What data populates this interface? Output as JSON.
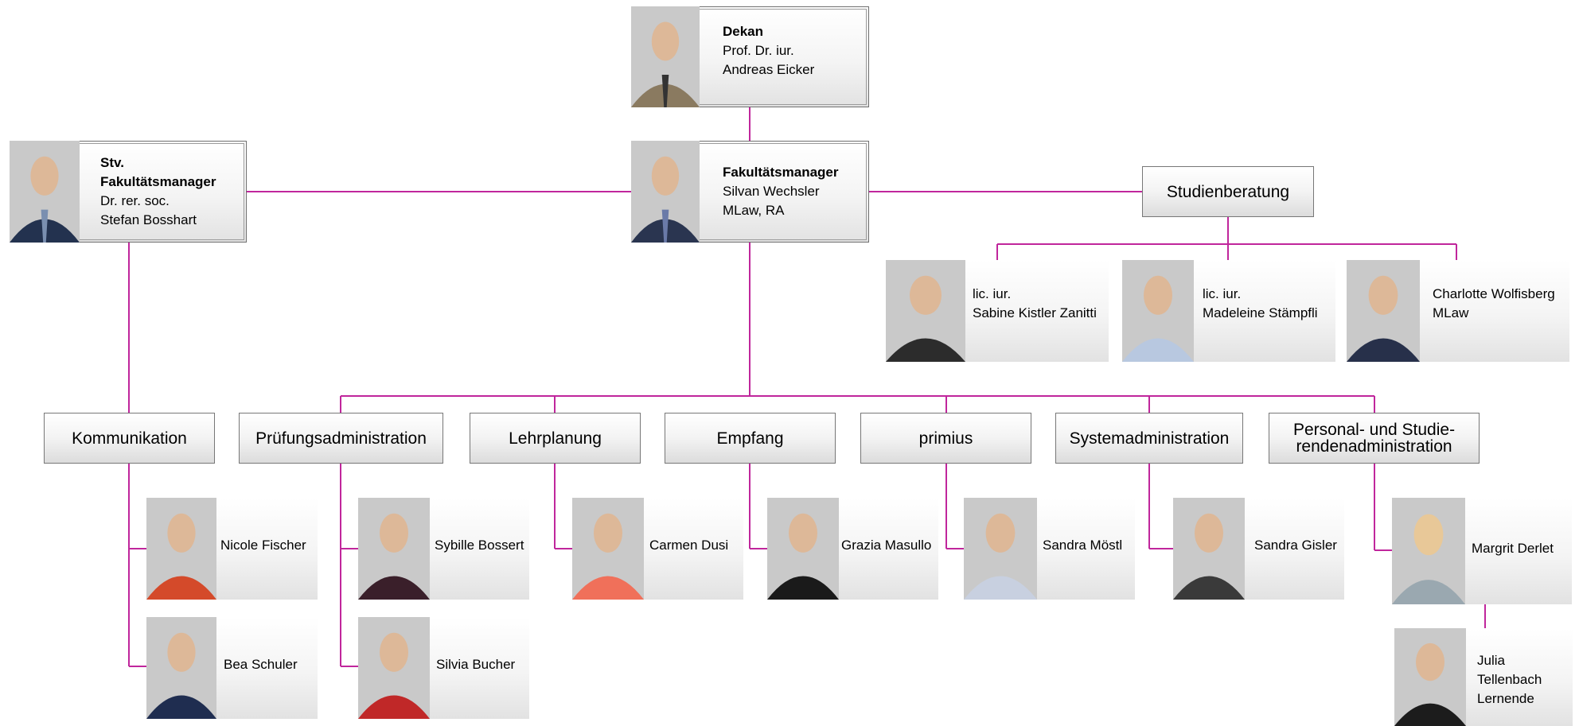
{
  "dean": {
    "role": "Dekan",
    "line1": "Prof. Dr. iur.",
    "line2": "Andreas Eicker"
  },
  "manager": {
    "role": "Fakultätsmanager",
    "line1": "Silvan Wechsler",
    "line2": "MLaw, RA"
  },
  "deputy": {
    "role_line1": "Stv.",
    "role_line2": "Fakultätsmanager",
    "line1": "Dr. rer. soc.",
    "line2": "Stefan Bosshart"
  },
  "studienberatung": {
    "label": "Studienberatung",
    "people": [
      {
        "line1": "lic. iur.",
        "line2": "Sabine Kistler Zanitti"
      },
      {
        "line1": "lic. iur.",
        "line2": "Madeleine Stämpfli"
      },
      {
        "line1": "Charlotte Wolfisberg",
        "line2": "MLaw"
      }
    ]
  },
  "units": [
    {
      "label": "Kommunikation",
      "people": [
        "Nicole Fischer",
        "Bea Schuler"
      ]
    },
    {
      "label": "Prüfungsadministration",
      "people": [
        "Sybille Bossert",
        "Silvia Bucher"
      ]
    },
    {
      "label": "Lehrplanung",
      "people": [
        "Carmen Dusi"
      ]
    },
    {
      "label": "Empfang",
      "people": [
        "Grazia Masullo"
      ]
    },
    {
      "label": "primius",
      "people": [
        "Sandra Möstl"
      ]
    },
    {
      "label": "Systemadministration",
      "people": [
        "Sandra Gisler"
      ]
    },
    {
      "label_line1": "Personal- und Studie-",
      "label_line2": "rendenadministration",
      "people": [
        "Margrit Derlet"
      ],
      "apprentice": {
        "line1": "Julia",
        "line2": "Tellenbach",
        "line3": "Lernende"
      }
    }
  ],
  "colors": {
    "connector": "#c0269c",
    "border": "#777777"
  }
}
